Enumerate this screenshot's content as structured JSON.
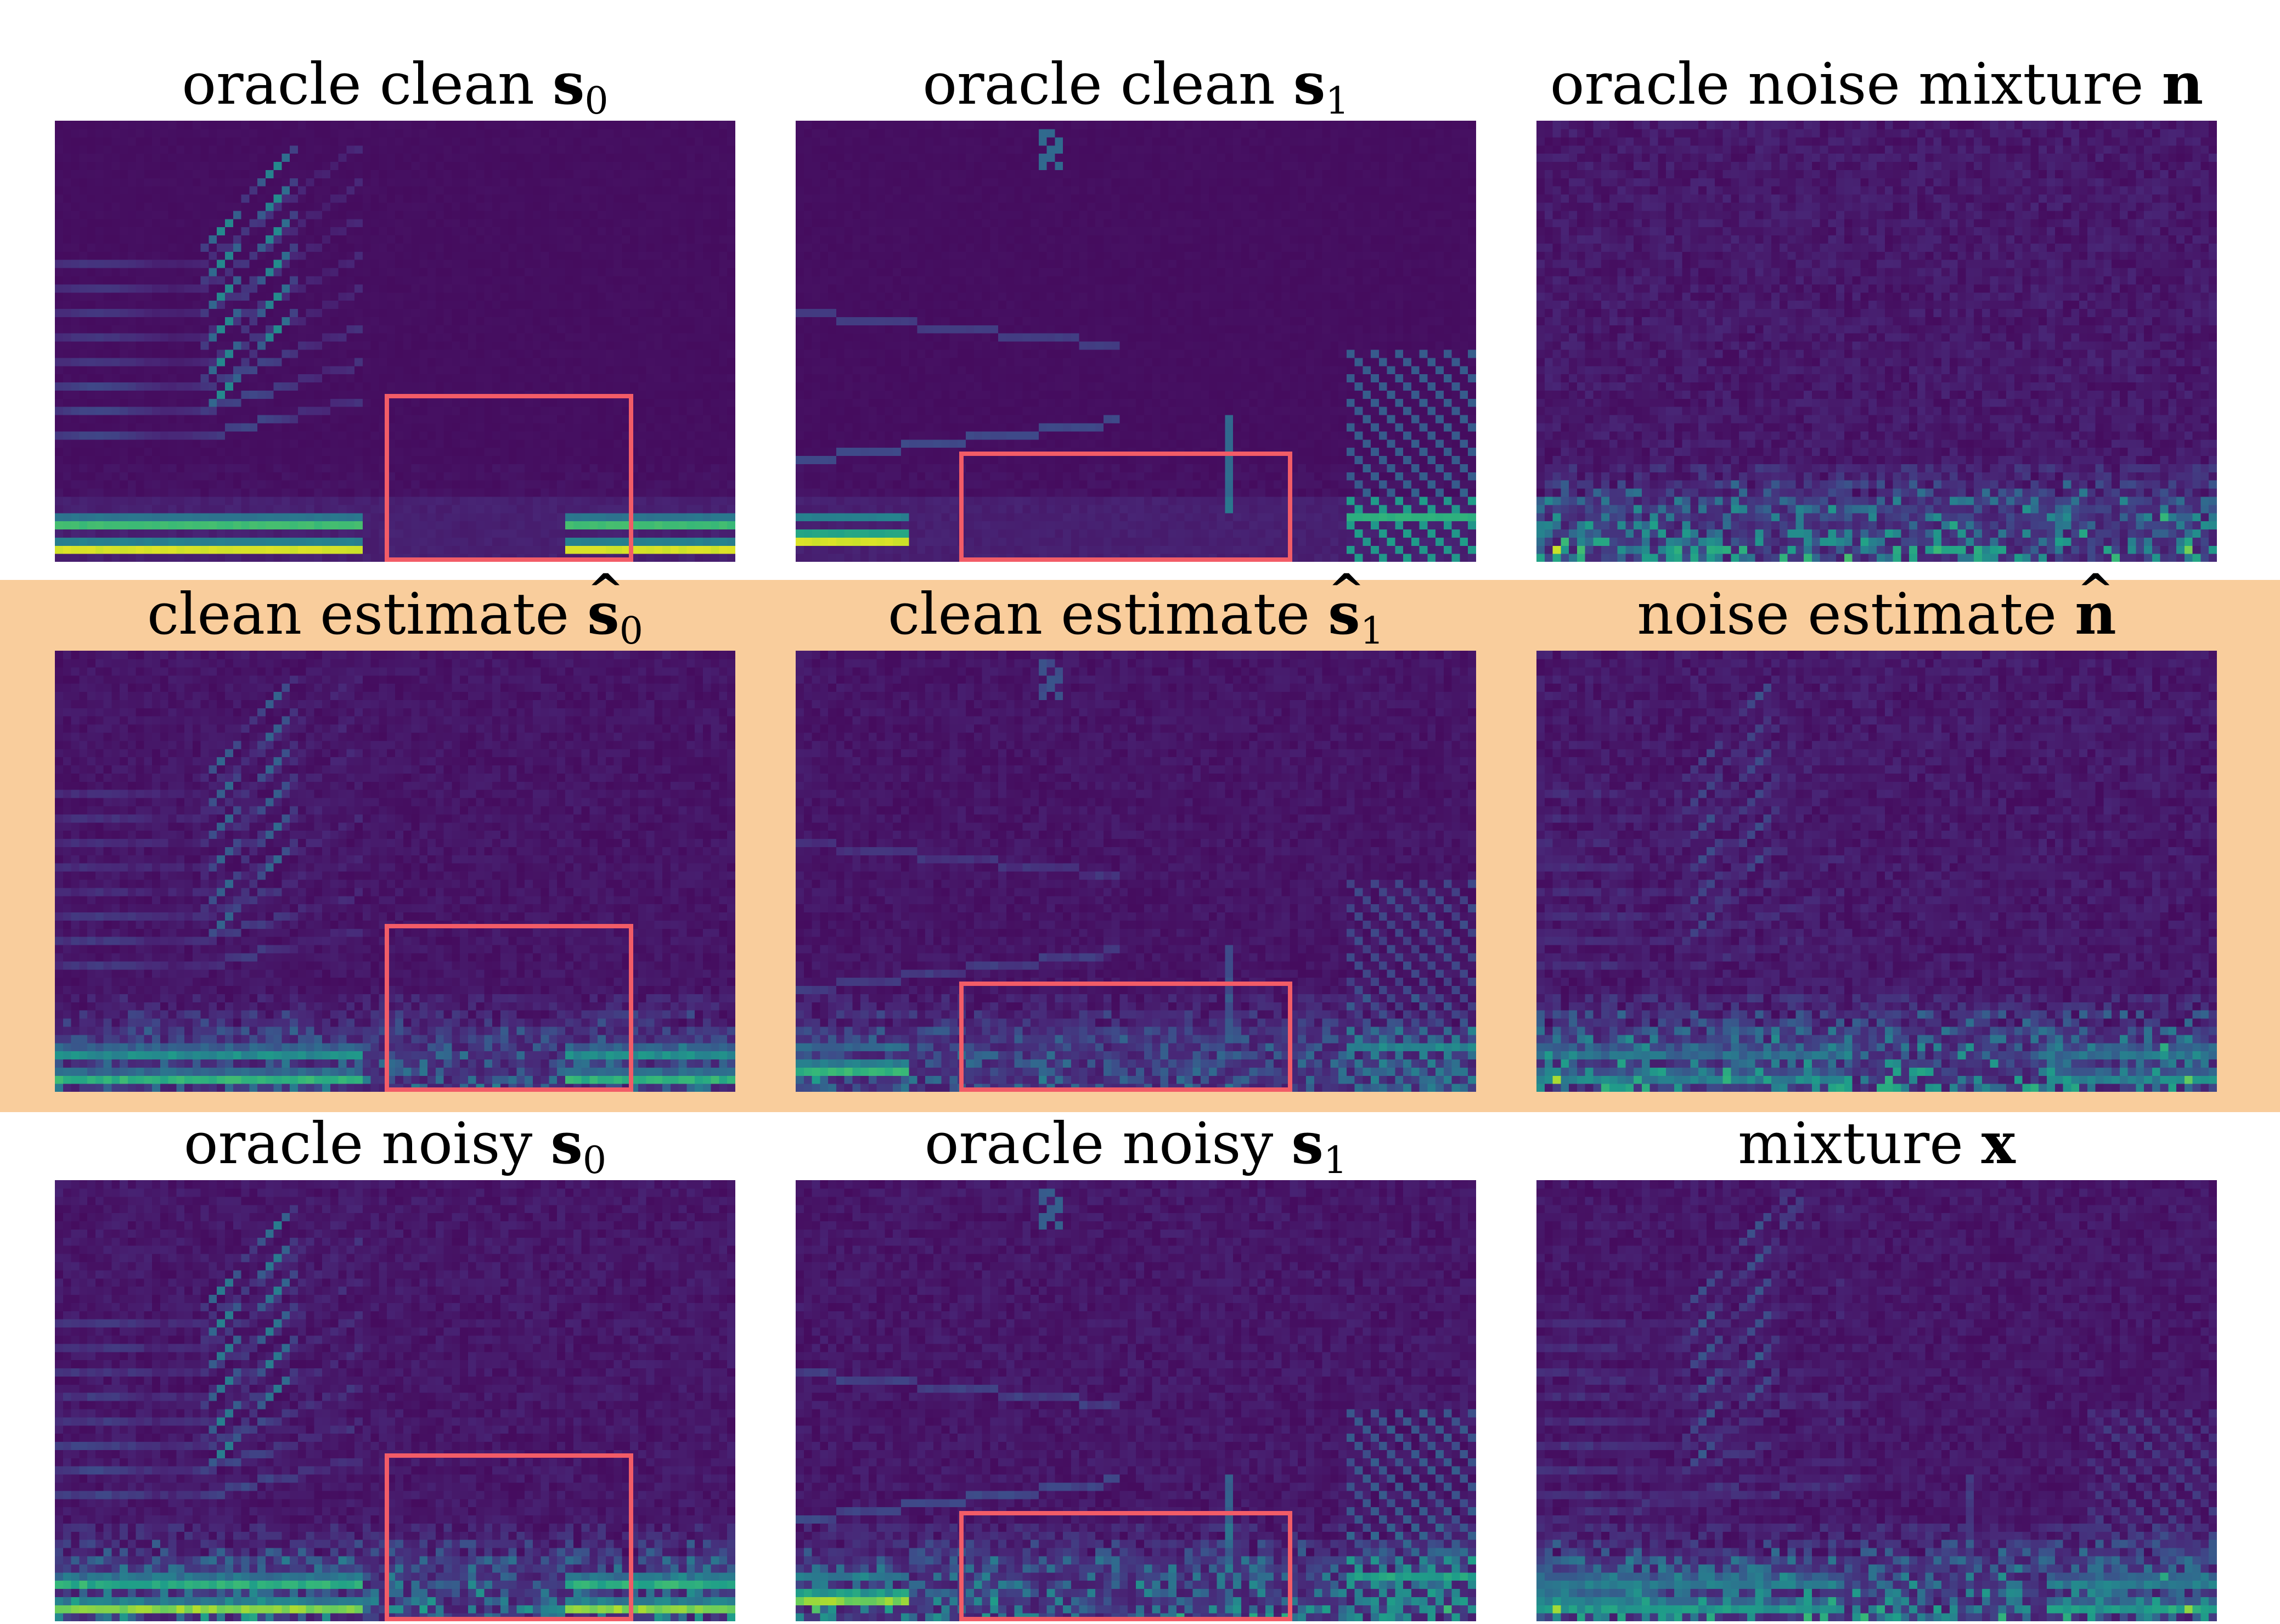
{
  "highlight_color": "#f9cd9c",
  "roi_color": "#f25c67",
  "colormap": "viridis",
  "panels": [
    {
      "id": "oracle-clean-s0",
      "label": "oracle clean ",
      "symbol": "s",
      "sub": "0",
      "hat": false,
      "roi": true,
      "seed": 11,
      "preset": "speech0",
      "noise": 0.05
    },
    {
      "id": "oracle-clean-s1",
      "label": "oracle clean ",
      "symbol": "s",
      "sub": "1",
      "hat": false,
      "roi": true,
      "seed": 23,
      "preset": "speech1",
      "noise": 0.05
    },
    {
      "id": "oracle-noise-mixture-n",
      "label": "oracle noise mixture ",
      "symbol": "n",
      "sub": "",
      "hat": false,
      "roi": false,
      "seed": 37,
      "preset": "noise",
      "noise": 0.25
    },
    {
      "id": "clean-estimate-s0",
      "label": "clean estimate ",
      "symbol": "s",
      "sub": "0",
      "hat": true,
      "roi": true,
      "seed": 41,
      "preset": "speech0est",
      "noise": 0.18
    },
    {
      "id": "clean-estimate-s1",
      "label": "clean estimate ",
      "symbol": "s",
      "sub": "1",
      "hat": true,
      "roi": true,
      "seed": 53,
      "preset": "speech1est",
      "noise": 0.18
    },
    {
      "id": "noise-estimate-n",
      "label": "noise estimate ",
      "symbol": "n",
      "sub": "",
      "hat": true,
      "roi": false,
      "seed": 67,
      "preset": "noiseest",
      "noise": 0.25
    },
    {
      "id": "oracle-noisy-s0",
      "label": "oracle noisy ",
      "symbol": "s",
      "sub": "0",
      "hat": false,
      "roi": true,
      "seed": 71,
      "preset": "noisy0",
      "noise": 0.22
    },
    {
      "id": "oracle-noisy-s1",
      "label": "oracle noisy ",
      "symbol": "s",
      "sub": "1",
      "hat": false,
      "roi": true,
      "seed": 83,
      "preset": "noisy1",
      "noise": 0.22
    },
    {
      "id": "mixture-x",
      "label": "mixture ",
      "symbol": "x",
      "sub": "",
      "hat": false,
      "roi": false,
      "seed": 97,
      "preset": "mixture",
      "noise": 0.22
    }
  ]
}
